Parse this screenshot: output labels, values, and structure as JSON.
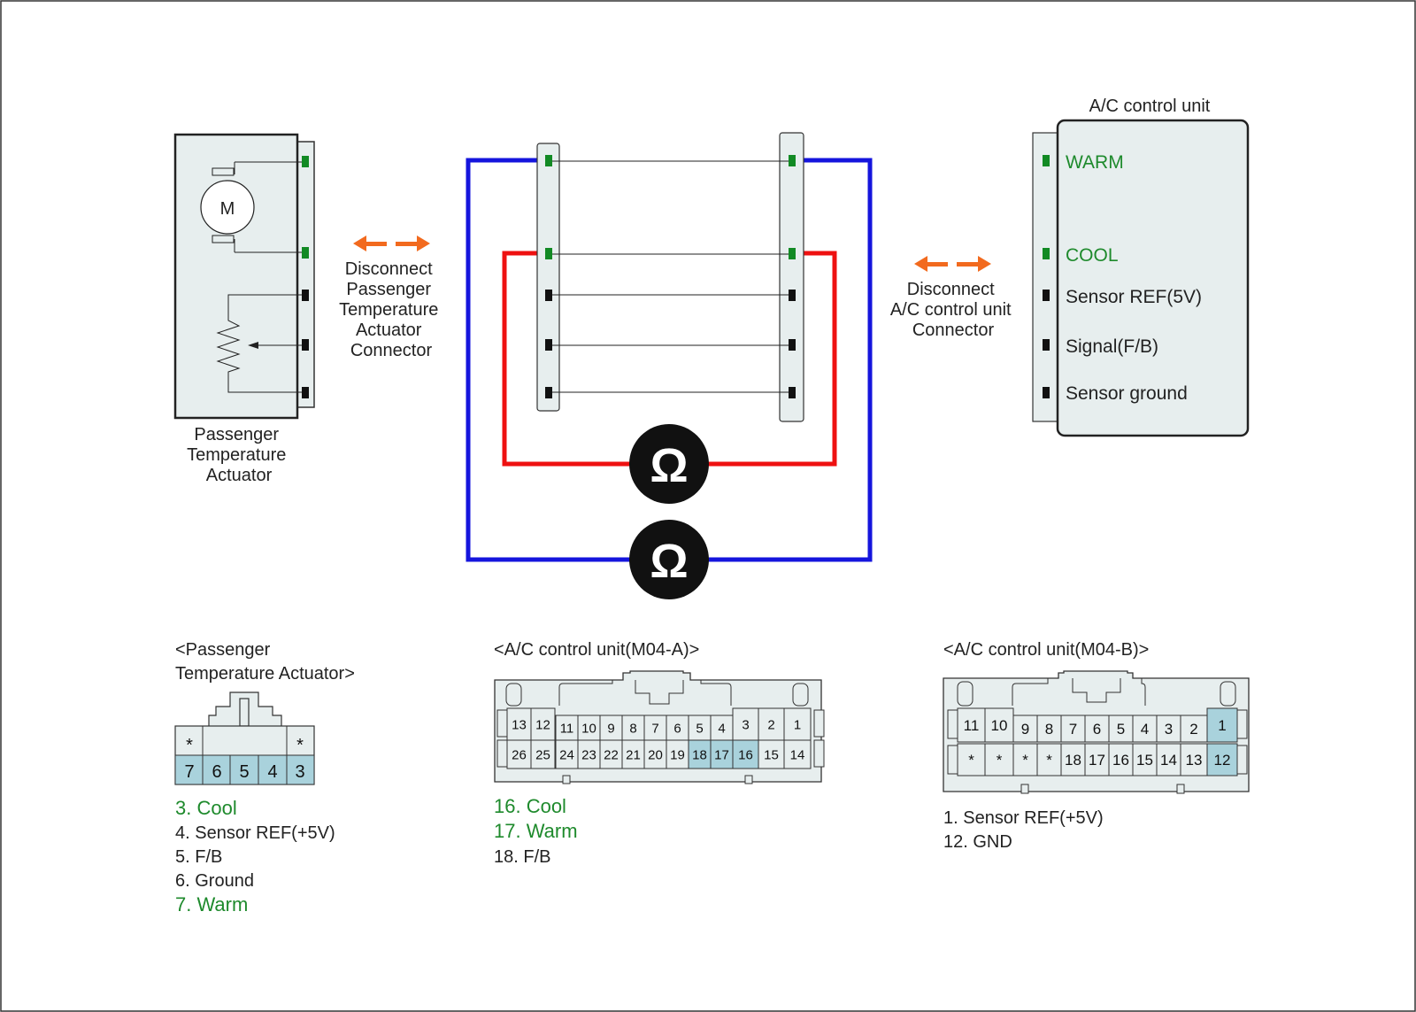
{
  "actuator": {
    "name_lines": [
      "Passenger",
      "Temperature",
      "Actuator"
    ],
    "motor_label": "M"
  },
  "disconnect_left": {
    "lines": [
      "Disconnect",
      "Passenger",
      "Temperature",
      "Actuator",
      "Connector"
    ]
  },
  "disconnect_right": {
    "lines": [
      "Disconnect",
      "A/C control unit",
      "Connector"
    ]
  },
  "acu": {
    "title": "A/C control unit",
    "pins": [
      "WARM",
      "COOL",
      "Sensor REF(5V)",
      "Signal(F/B)",
      "Sensor ground"
    ]
  },
  "meter": {
    "symbol": "Ω"
  },
  "conn_pta": {
    "title_lines": [
      "<Passenger",
      "Temperature Actuator>"
    ],
    "top_row": [
      "*",
      "",
      "",
      "",
      "*"
    ],
    "bottom_row": [
      "7",
      "6",
      "5",
      "4",
      "3"
    ],
    "legend": [
      "3. Cool",
      "4. Sensor REF(+5V)",
      "5. F/B",
      "6. Ground",
      "7. Warm"
    ]
  },
  "conn_m04a": {
    "title": "<A/C control unit(M04-A)>",
    "top_row": [
      "13",
      "12",
      "11",
      "10",
      "9",
      "8",
      "7",
      "6",
      "5",
      "4",
      "3",
      "2",
      "1"
    ],
    "bottom_row": [
      "26",
      "25",
      "24",
      "23",
      "22",
      "21",
      "20",
      "19",
      "18",
      "17",
      "16",
      "15",
      "14"
    ],
    "legend": [
      "16. Cool",
      "17. Warm",
      "18. F/B"
    ]
  },
  "conn_m04b": {
    "title": "<A/C control unit(M04-B)>",
    "top_row": [
      "11",
      "10",
      "9",
      "8",
      "7",
      "6",
      "5",
      "4",
      "3",
      "2",
      "1"
    ],
    "bottom_row": [
      "*",
      "*",
      "*",
      "*",
      "18",
      "17",
      "16",
      "15",
      "14",
      "13",
      "12"
    ],
    "legend": [
      "1. Sensor REF(+5V)",
      "12. GND"
    ]
  },
  "colors": {
    "green_text": "#1e8a2c",
    "pin_green": "#128a24",
    "wire_red": "#ee1111",
    "wire_blue": "#1515dd",
    "arrow_orange": "#f26a1e",
    "panel_fill": "#e7eeee",
    "highlight_fill": "#a9d2dc"
  }
}
